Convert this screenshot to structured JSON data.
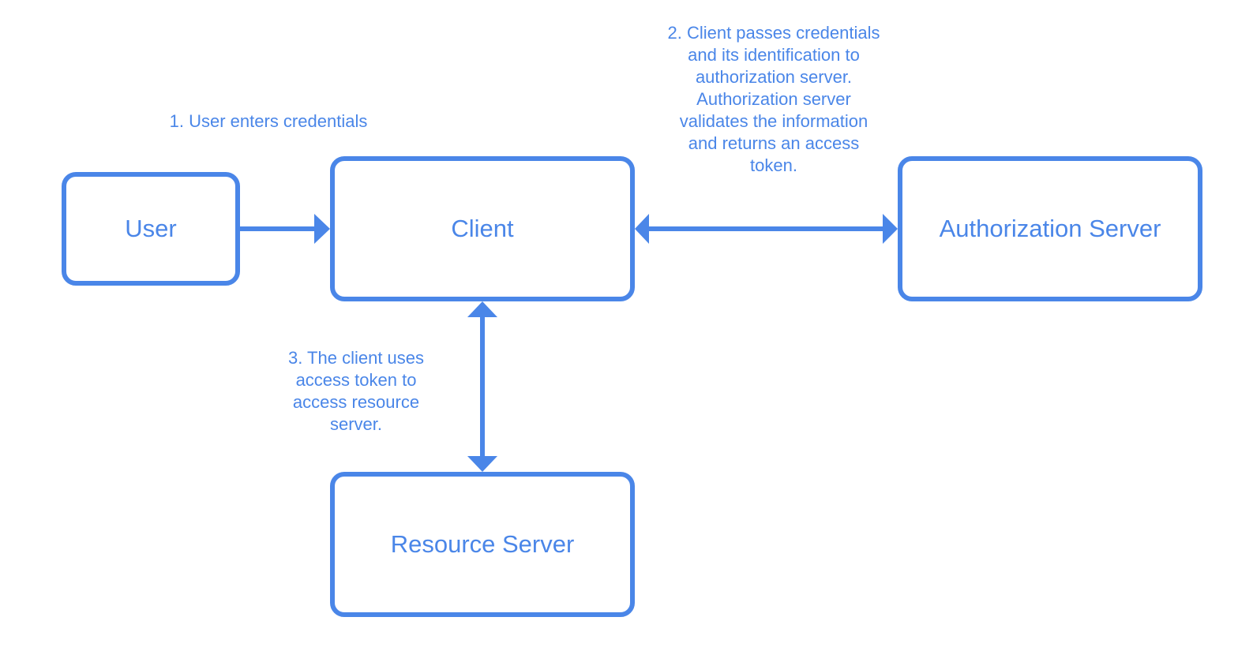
{
  "colors": {
    "accent": "#4a86e8",
    "background": "#ffffff"
  },
  "nodes": {
    "user": "User",
    "client": "Client",
    "authorization_server": "Authorization Server",
    "resource_server": "Resource Server"
  },
  "steps": {
    "step1": "1. User enters credentials",
    "step2": "2. Client passes credentials\nand its identification to\nauthorization server.\nAuthorization server\nvalidates the information\nand returns an access\ntoken.",
    "step3": "3. The client uses\naccess token to\naccess resource\nserver."
  }
}
